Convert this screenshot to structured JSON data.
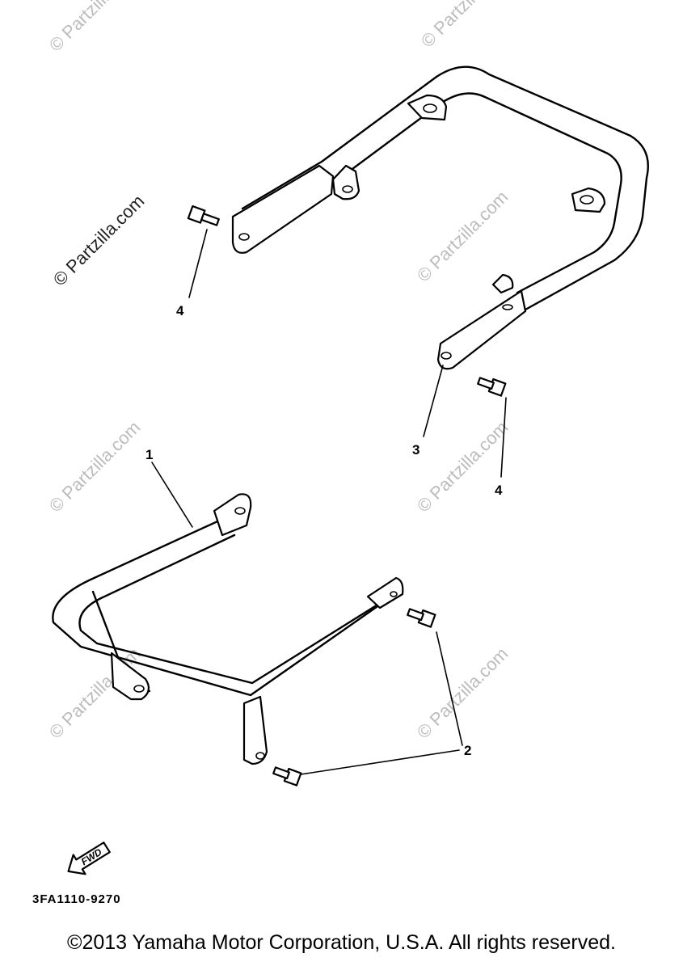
{
  "watermark": {
    "text": "© Partzilla.com",
    "strong_text": "© Partzilla.com"
  },
  "callouts": {
    "c1": "1",
    "c2": "2",
    "c3": "3",
    "c4a": "4",
    "c4b": "4"
  },
  "fwd": {
    "label": "FWD"
  },
  "part_code": "3FA1110-9270",
  "copyright": "©2013 Yamaha Motor Corporation, U.S.A. All rights reserved."
}
